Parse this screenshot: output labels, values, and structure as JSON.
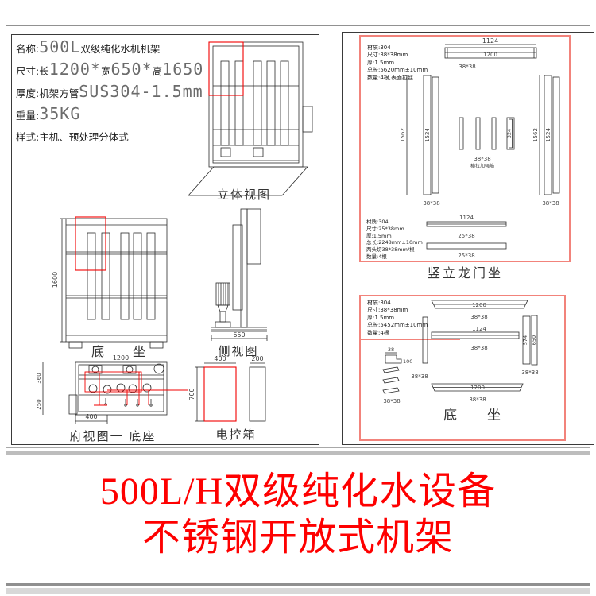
{
  "sheet": {
    "accent_red": "#fe0000",
    "bottom_title": {
      "line1": "500L/H双级纯化水设备",
      "line2": "不锈钢开放式机架"
    }
  },
  "title_block": {
    "rows": [
      {
        "parts": [
          {
            "t": "名称: ",
            "k": "zh"
          },
          {
            "t": "500L",
            "k": "num"
          },
          {
            "t": " 双级纯化水机机架",
            "k": "zh"
          }
        ]
      },
      {
        "parts": [
          {
            "t": "尺寸: ",
            "k": "zh"
          },
          {
            "t": "长",
            "k": "zh"
          },
          {
            "t": "1200*",
            "k": "num"
          },
          {
            "t": "宽",
            "k": "zh"
          },
          {
            "t": "650*",
            "k": "num"
          },
          {
            "t": "高",
            "k": "zh"
          },
          {
            "t": "1650",
            "k": "num"
          }
        ]
      },
      {
        "parts": [
          {
            "t": "厚度: ",
            "k": "zh"
          },
          {
            "t": "机架方管",
            "k": "zh"
          },
          {
            "t": "SUS304-1.5mm",
            "k": "num"
          }
        ]
      },
      {
        "parts": [
          {
            "t": "重量: ",
            "k": "zh"
          },
          {
            "t": "35KG",
            "k": "num"
          }
        ]
      },
      {
        "parts": [
          {
            "t": "样式: ",
            "k": "zh"
          },
          {
            "t": "主机、预处理分体式",
            "k": "zh"
          }
        ]
      }
    ]
  },
  "left": {
    "perspective": {
      "label": "立体视图"
    },
    "front": {
      "label": "底坐",
      "dim_height": "1600"
    },
    "side": {
      "label": "侧视图",
      "dim_depth": "650"
    },
    "plan": {
      "label": "府视图一 底座",
      "dim_width": "1200",
      "dim_left_top": "360",
      "dim_left_bottom": "250",
      "dim_bottom": "400"
    },
    "ebox": {
      "label": "电控箱",
      "dim_width": "400",
      "dim_height": "700",
      "dim_width2": "200"
    }
  },
  "gantry": {
    "label": "竖立龙门坐",
    "spec_main": {
      "lines": [
        "材质:304",
        "尺寸:38*38mm",
        "厚:1.5mm",
        "总长:5620mm±10mm",
        "数量:4根,表面拉丝"
      ]
    },
    "spec_cross": {
      "lines": [
        "材质:304",
        "尺寸:25*38mm",
        "厚:1.5mm",
        "总长:2248mm±10mm",
        "两头切38*38mm/根",
        "数量:4根"
      ]
    },
    "top_bar": {
      "dim": "1124",
      "inner": "1200",
      "size": "38*38"
    },
    "left_bars": {
      "height": "1562",
      "height2": "1524",
      "size": "38*38"
    },
    "mid_bars": {
      "height": "324",
      "size": "38*38",
      "note": "横拉加强筋"
    },
    "right_bars": {
      "height": "1562",
      "height2": "1524",
      "size": "38*38"
    },
    "cross_bars": {
      "dim": "1124",
      "size1": "25*38",
      "size2": "25*38"
    }
  },
  "base": {
    "label": "底坐",
    "spec": {
      "lines": [
        "材质:304",
        "尺寸:38*38mm",
        "厚:1.5mm",
        "总长:5452mm±10mm",
        "数量:4根"
      ]
    },
    "top_bar": {
      "dim": "1200",
      "size": "38*38"
    },
    "mid_bar": {
      "dim": "1124",
      "size": "38*38"
    },
    "bottom_bar": {
      "dim": "1200",
      "size": "38*38"
    },
    "left_piece": {
      "size": "38*38"
    },
    "right_pieces": {
      "h1": "574",
      "h2": "650",
      "size": "38*38"
    },
    "brackets": {
      "d1": "38",
      "d2": "100",
      "size": "38*38"
    }
  }
}
